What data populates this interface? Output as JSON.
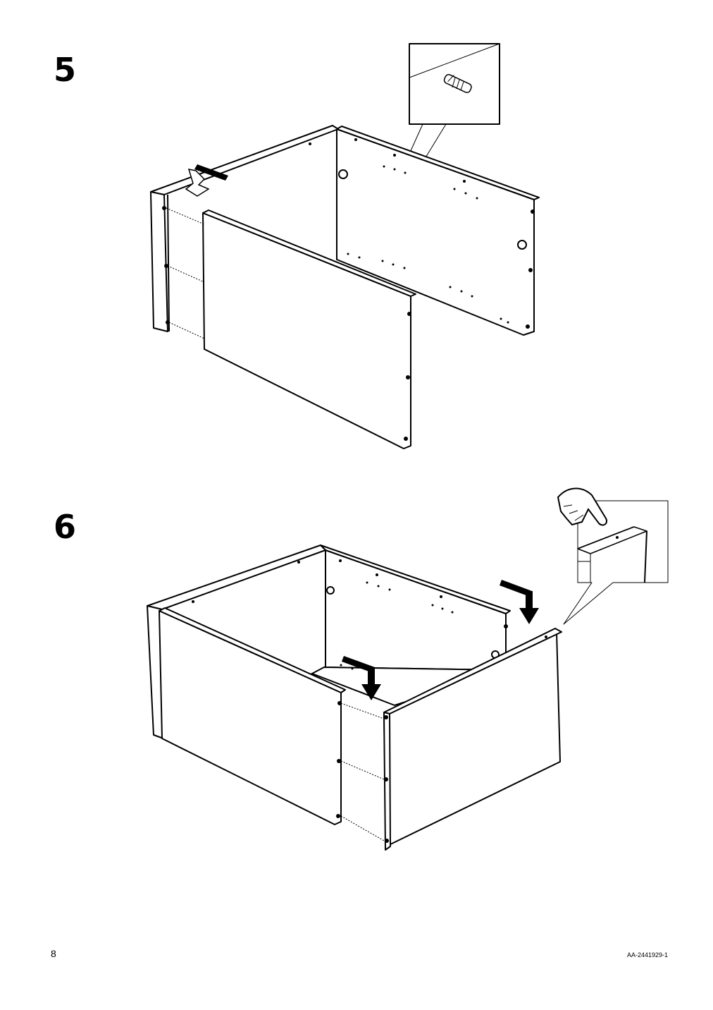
{
  "steps": [
    {
      "number": "5"
    },
    {
      "number": "6"
    }
  ],
  "footer": {
    "page_number": "8",
    "document_code": "AA-2441929-1"
  },
  "icons": [
    "dowel-icon",
    "arrow-down-icon",
    "hand-press-icon",
    "cam-hole-icon"
  ],
  "colors": {
    "ink": "#000000",
    "paper": "#ffffff"
  }
}
